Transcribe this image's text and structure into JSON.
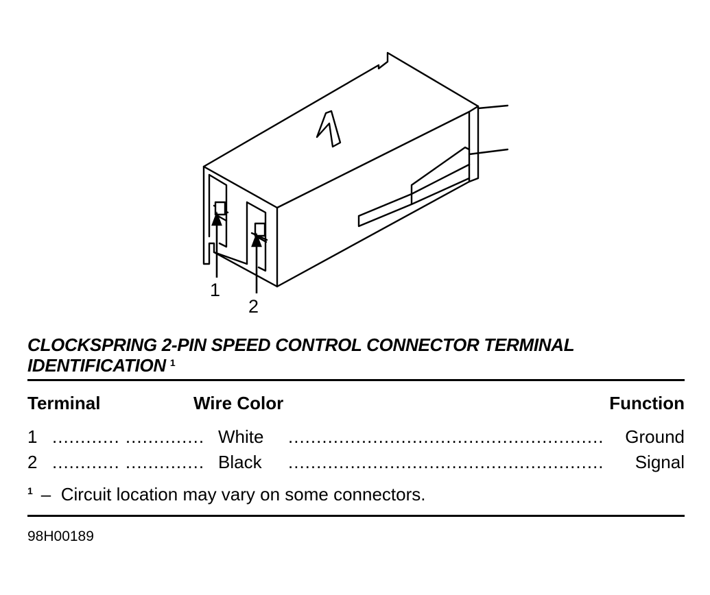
{
  "diagram": {
    "pin_labels": [
      "1",
      "2"
    ]
  },
  "title": {
    "text": "CLOCKSPRING 2-PIN SPEED CONTROL CONNECTOR TERMINAL IDENTIFICATION",
    "footnote_mark": "1"
  },
  "table": {
    "headers": {
      "terminal": "Terminal",
      "wire_color": "Wire Color",
      "function": "Function"
    },
    "rows": [
      {
        "terminal": "1",
        "leader1": "............ ..............",
        "wire_color": "White",
        "leader2": "........................................................",
        "function": "Ground"
      },
      {
        "terminal": "2",
        "leader1": "............ ..............",
        "wire_color": "Black",
        "leader2": "........................................................",
        "function": "Signal"
      }
    ]
  },
  "footnote": {
    "mark": "1",
    "dash": "–",
    "text": "Circuit location may vary on some connectors."
  },
  "figure_id": "98H00189"
}
